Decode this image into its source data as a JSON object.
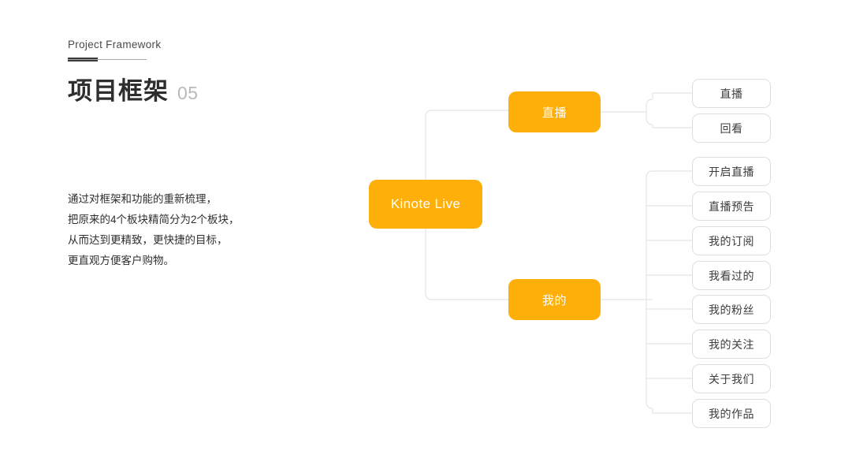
{
  "slide": {
    "eyebrow": "Project Framework",
    "title_cn": "项目框架",
    "title_number": "05",
    "body_lines": [
      "通过对框架和功能的重新梳理，",
      "把原来的4个板块精简分为2个板块，",
      "从而达到更精致，更快捷的目标，",
      "更直观方便客户购物。"
    ]
  },
  "colors": {
    "accent_orange": "#FFAF09",
    "node_text": "#ffffff",
    "leaf_border": "#dededf",
    "connector": "#e4e4ea",
    "title": "#2e2e2e",
    "number": "#b9b9b9"
  },
  "mindmap": {
    "root": {
      "label": "Kinote Live"
    },
    "branches": [
      {
        "label": "直播",
        "leaves": [
          {
            "label": "直播"
          },
          {
            "label": "回看"
          }
        ]
      },
      {
        "label": "我的",
        "leaves": [
          {
            "label": "开启直播"
          },
          {
            "label": "直播预告"
          },
          {
            "label": "我的订阅"
          },
          {
            "label": "我看过的"
          },
          {
            "label": "我的粉丝"
          },
          {
            "label": "我的关注"
          },
          {
            "label": "关于我们"
          },
          {
            "label": "我的作品"
          }
        ]
      }
    ]
  }
}
